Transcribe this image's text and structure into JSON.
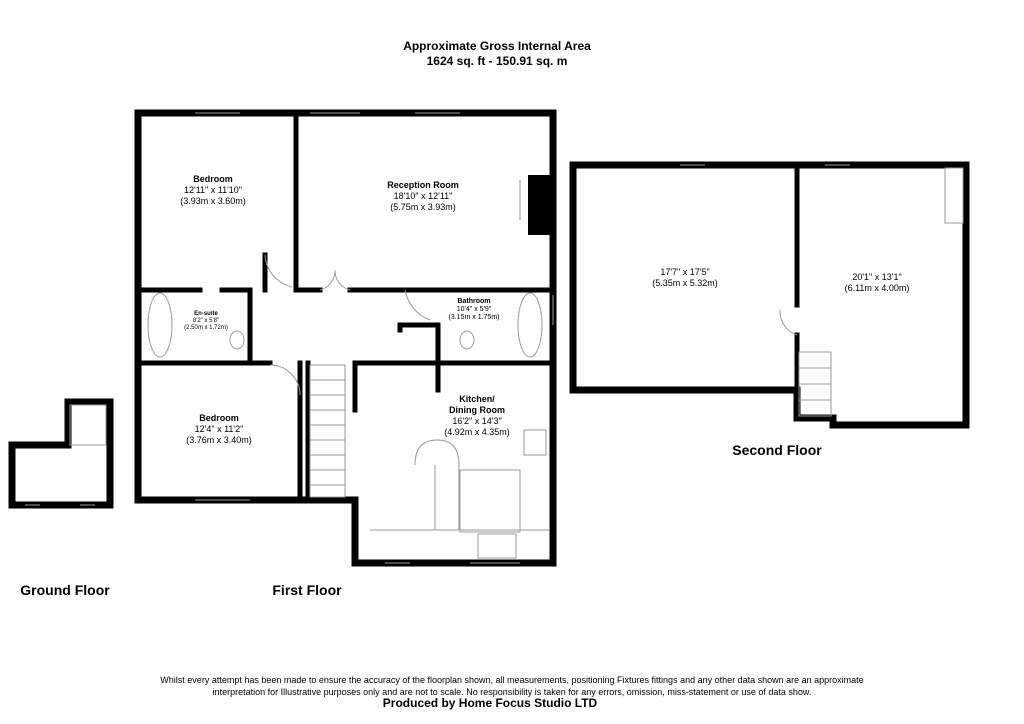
{
  "header": {
    "line1": "Approximate Gross Internal Area",
    "line2": "1624 sq. ft - 150.91 sq. m"
  },
  "rooms": {
    "bedroom1": {
      "name": "Bedroom",
      "imperial": "12'11\" x 11'10\"",
      "metric": "(3.93m x 3.60m)"
    },
    "reception": {
      "name": "Reception Room",
      "imperial": "18'10\" x 12'11\"",
      "metric": "(5.75m x 3.93m)"
    },
    "ensuite": {
      "name": "En-suite",
      "imperial": "8'2\" x 5'8\"",
      "metric": "(2.50m x 1.72m)"
    },
    "bathroom": {
      "name": "Bathroom",
      "imperial": "10'4\" x 5'9\"",
      "metric": "(3.15m x 1.75m)"
    },
    "bedroom2": {
      "name": "Bedroom",
      "imperial": "12'4\" x 11'2\"",
      "metric": "(3.76m x 3.40m)"
    },
    "kitchen": {
      "name1": "Kitchen/",
      "name2": "Dining Room",
      "imperial": "16'2\" x 14'3\"",
      "metric": "(4.92m x 4.35m)"
    },
    "loft1": {
      "imperial": "17'7\" x 17'5\"",
      "metric": "(5.35m x 5.32m)"
    },
    "loft2": {
      "imperial": "20'1\" x 13'1\"",
      "metric": "(6.11m x 4.00m)"
    }
  },
  "floors": {
    "ground": "Ground Floor",
    "first": "First Floor",
    "second": "Second Floor"
  },
  "footer": {
    "disclaimer1": "Whilst every attempt has been made to ensure the accuracy of the floorplan shown, all measurements, positioning Fixtures fittings and any other data shown are an approximate",
    "disclaimer2": "interpretation for Illustrative purposes only  and are not to scale. No responsibility is taken for any errors, omission, miss-statement or use of data show.",
    "producer": "Produced by Home Focus Studio LTD"
  }
}
